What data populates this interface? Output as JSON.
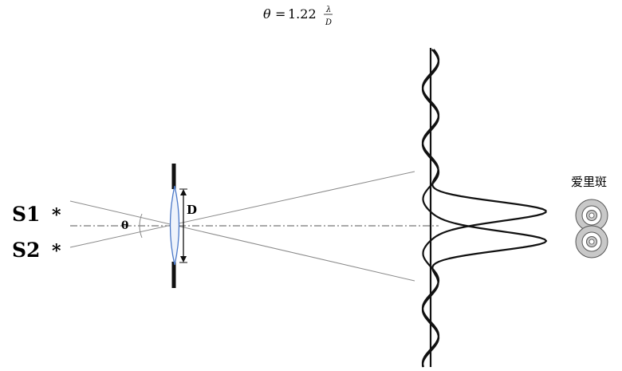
{
  "formula": {
    "lhs": "θ",
    "equals": "=",
    "coefficient": "1.22",
    "numerator": "λ",
    "denominator": "D"
  },
  "labels": {
    "source1": "S1",
    "source2": "S2",
    "star1": "*",
    "star2": "*",
    "angle": "θ",
    "aperture": "D",
    "airy": "爱里斑"
  },
  "colors": {
    "ink": "#111111",
    "ray": "#8a8a8a",
    "lens": "#4a78c8",
    "airy_fill": "#c8c8c8"
  }
}
